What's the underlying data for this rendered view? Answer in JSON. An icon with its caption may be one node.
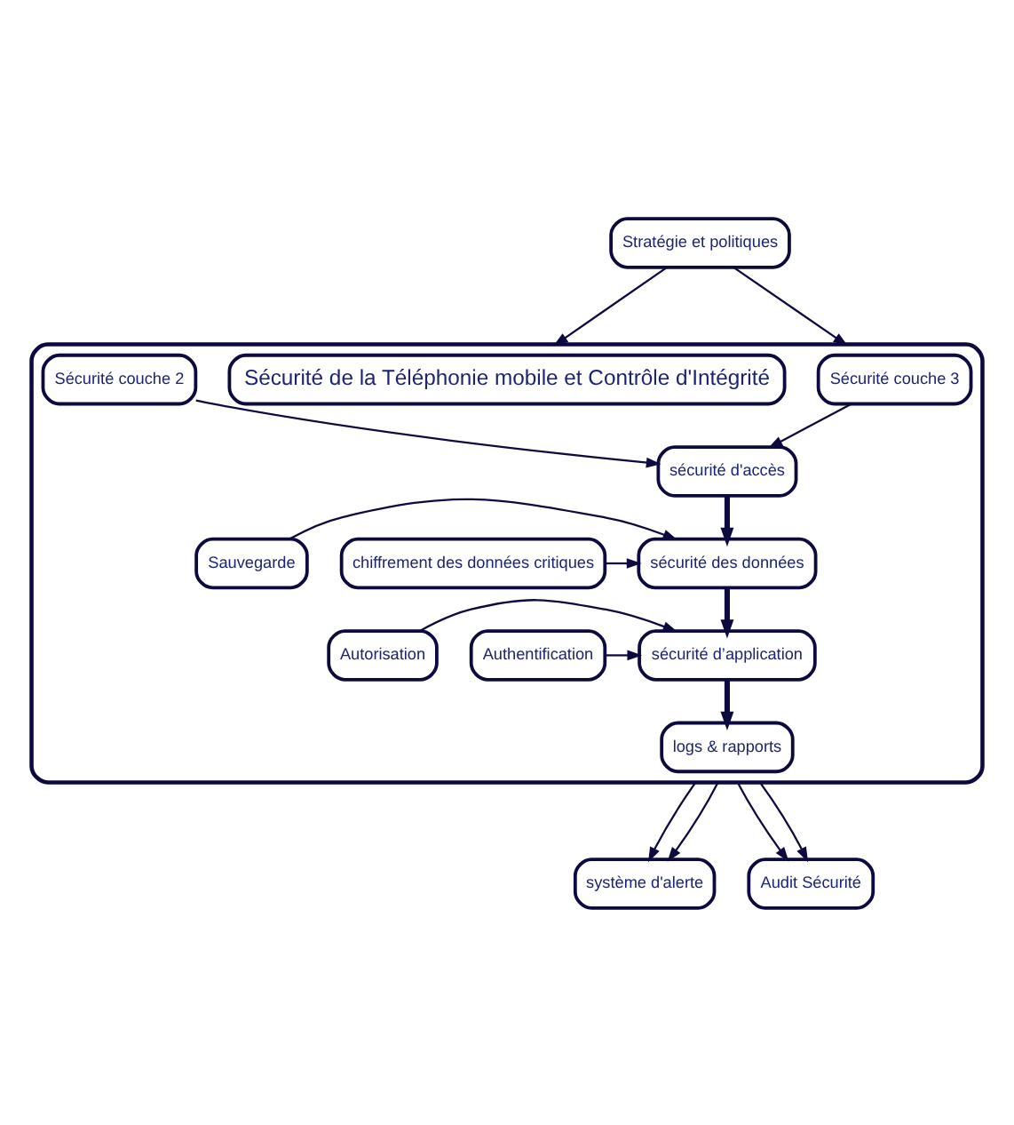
{
  "diagram": {
    "nodes": [
      {
        "text": [
          "Stratégie et politiques"
        ]
      },
      {
        "text": [],
        "shape": "box"
      },
      {
        "text": [
          "Sécurité de la Téléphonie mobile et Contrôle d'Intégrité"
        ],
        "in": 1
      },
      {
        "text": [
          "Sécurité couche 3"
        ],
        "in": 1
      },
      {
        "text": [
          "Sécurité couche 2"
        ],
        "in": 1
      },
      {
        "text": [
          "sécurité d'accès"
        ],
        "in": 1
      },
      {
        "text": [
          "chiffrement des données critiques"
        ],
        "in": 1
      },
      {
        "text": [
          "sécurité des données"
        ],
        "in": 1
      },
      {
        "text": [
          "Sauvegarde"
        ],
        "in": 1
      },
      {
        "text": [
          "Autorisation"
        ],
        "in": 1
      },
      {
        "text": [
          "sécurité d’application"
        ],
        "in": 1
      },
      {
        "text": [
          "Authentification"
        ],
        "in": 1
      },
      {
        "text": [
          "logs & rapports"
        ],
        "in": 1
      },
      {
        "text": [
          "système d'alerte"
        ]
      },
      {
        "text": [
          "Audit Sécurité"
        ]
      }
    ],
    "edges": [
      {
        "from": 0,
        "to": 1,
        "arrow": "to"
      },
      {
        "from": 0,
        "to": 1,
        "arrow": "to"
      },
      {
        "from": 1,
        "to": 13,
        "arrow": "to"
      },
      {
        "from": 1,
        "to": 13,
        "arrow": "to"
      },
      {
        "from": 3,
        "to": 5,
        "arrow": "to"
      },
      {
        "from": 4,
        "to": 5,
        "arrow": "to"
      },
      {
        "from": 5,
        "to": 7,
        "arrow": "to",
        "style": "thick"
      },
      {
        "from": 6,
        "to": 7,
        "arrow": "to"
      },
      {
        "from": 8,
        "to": 7,
        "arrow": "to"
      },
      {
        "from": 7,
        "to": 10,
        "arrow": "to",
        "style": "thick"
      },
      {
        "from": 9,
        "to": 10,
        "arrow": "to"
      },
      {
        "from": 11,
        "to": 10,
        "arrow": "to"
      },
      {
        "from": 10,
        "to": 12,
        "arrow": "to",
        "style": "thick"
      },
      {
        "from": 1,
        "to": 14,
        "arrow": "to"
      },
      {
        "from": 1,
        "to": 14,
        "arrow": "to"
      }
    ]
  }
}
